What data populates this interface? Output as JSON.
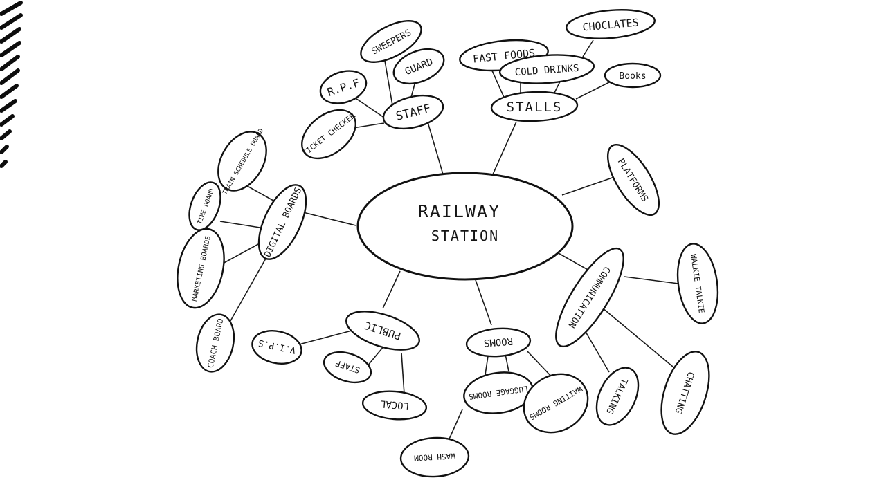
{
  "diagram": {
    "central": "RAILWAY STATION",
    "nodes": {
      "staff": "STAFF",
      "rpf": "R.P.F",
      "sweepers": "SWEEPERS",
      "guard": "GUARD",
      "ticket_checker": "TICKET CHECKER",
      "stalls": "STALLS",
      "fast_foods": "FAST FOODS",
      "cold_drinks": "COLD DRINKS",
      "chocolates": "CHOCLATES",
      "books": "Books",
      "platforms": "PLATFORMS",
      "digital_boards": "DIGITAL BOARDS",
      "train_schedule_board": "TRAIN SCHEDULE BOARD",
      "time_board": "TIME BOARD",
      "marketing_boards": "MARKETING BOARDS",
      "coach_board": "COACH BOARD",
      "public": "PUBLIC",
      "vips": "V.I.P.S",
      "public_staff": "STAFF",
      "local": "LOCAL",
      "rooms": "ROOMS",
      "luggage_rooms": "LUGGAGE ROOMS",
      "waiting_rooms": "WAITING ROOMS",
      "wash_room": "WASH ROOM",
      "communication": "COMMUNICATION",
      "walkie_talkie": "WALKIE TALKIE",
      "talking": "TALKING",
      "chatting": "CHATTING"
    }
  }
}
